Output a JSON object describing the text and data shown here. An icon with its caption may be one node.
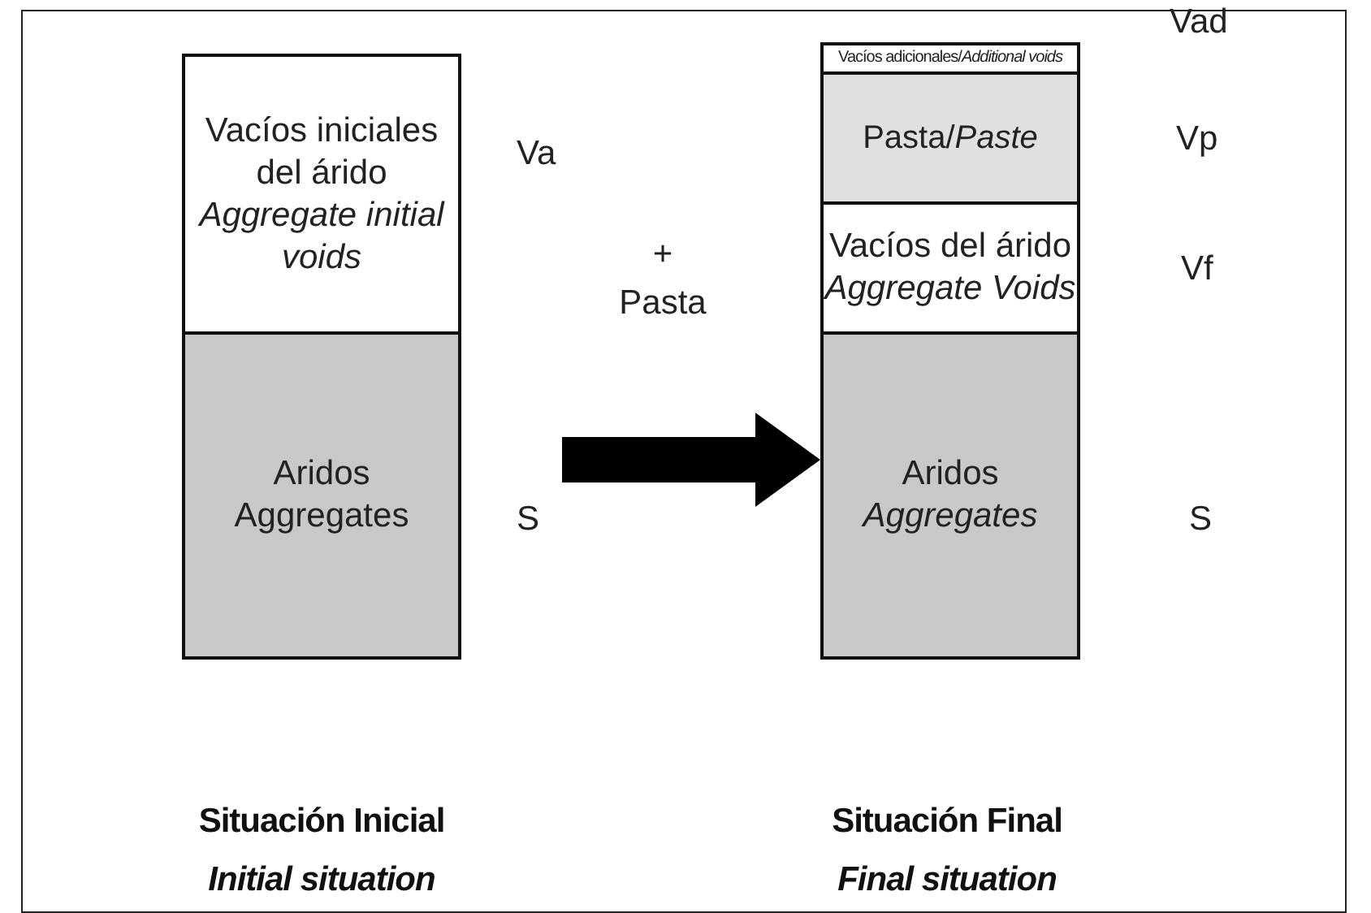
{
  "diagram": {
    "nodes": [
      {
        "text": [
          "Vacíos iniciales del árido",
          "Aggregate initial voids"
        ],
        "beside": [
          "Va"
        ]
      },
      {
        "text": [
          "Aridos",
          "Aggregates"
        ],
        "beside": [
          "S"
        ]
      },
      {
        "text": [
          "Vacíos adicionales/*Additional voids*"
        ],
        "beside": [
          "Vad"
        ]
      },
      {
        "text": [
          "Pasta/*Paste*"
        ],
        "beside": [
          "Vp"
        ]
      },
      {
        "text": [
          "Vacíos del árido",
          "Aggregate Voids"
        ],
        "beside": [
          "Vf"
        ]
      },
      {
        "text": [
          "Aridos",
          "Aggregates"
        ],
        "beside": [
          "S"
        ]
      }
    ],
    "edges": [
      {
        "from": 1,
        "to": 5,
        "arrow": "to",
        "label": "+ Pasta"
      }
    ],
    "labels": [
      "Situación Inicial",
      "Initial situation",
      "Situación Final",
      "Final situation"
    ]
  }
}
